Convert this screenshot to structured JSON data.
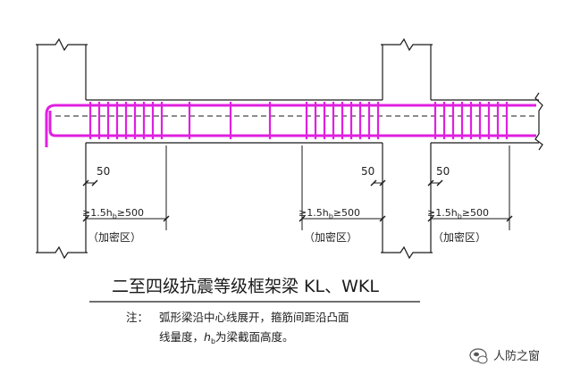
{
  "labels": {
    "dim_50_left": "50",
    "dim_50_mid": "50",
    "dim_50_right": "50",
    "zone_len_left": "≥1.5h",
    "zone_len_mid": "≥1.5h",
    "zone_len_right": "≥1.5h",
    "hb_sub": "b",
    "zone_min": "≥500",
    "zone_name_left": "（加密区）",
    "zone_name_mid": "（加密区）",
    "zone_name_right": "（加密区）"
  },
  "title": "二至四级抗震等级框架梁 KL、WKL",
  "note": {
    "prefix": "注：",
    "line1": "弧形梁沿中心线展开，箍筋间距沿凸面",
    "line2_a": "线量度，",
    "line2_h": "h",
    "line2_sub": "b",
    "line2_b": "为梁截面高度。"
  },
  "watermark": "人防之窗",
  "colors": {
    "rebar": "#e020e0",
    "line": "#1a1a1a"
  }
}
